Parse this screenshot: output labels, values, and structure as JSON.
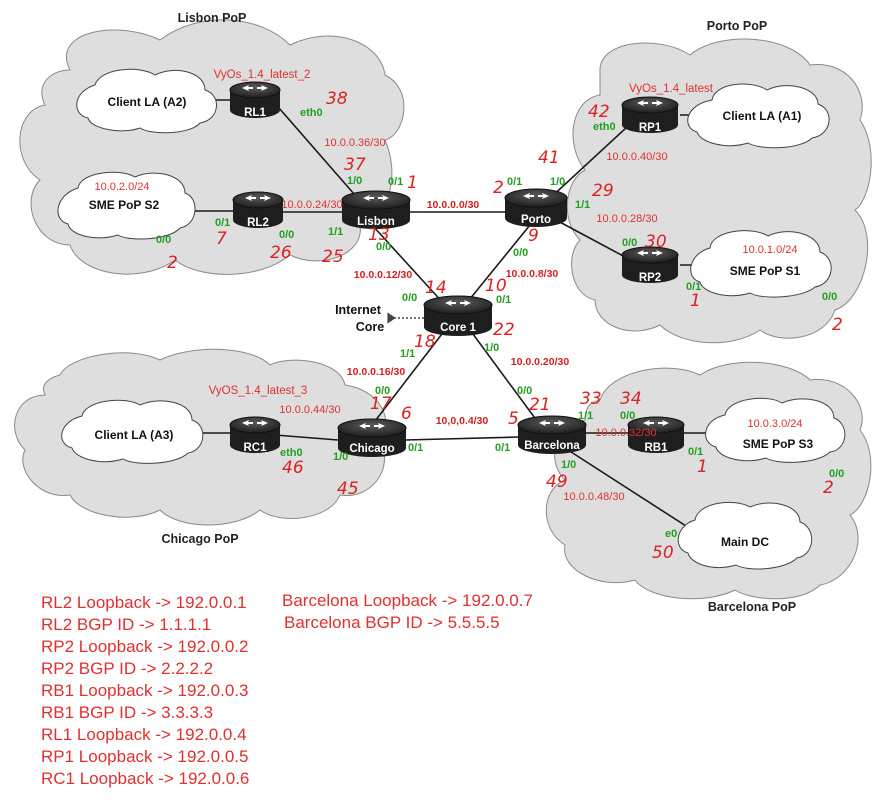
{
  "pops": {
    "lisbon": "Lisbon PoP",
    "porto": "Porto PoP",
    "chicago": "Chicago PoP",
    "barcelona": "Barcelona PoP"
  },
  "routers": {
    "rl1": "RL1",
    "rl2": "RL2",
    "lisbon": "Lisbon",
    "porto": "Porto",
    "rp1": "RP1",
    "rp2": "RP2",
    "core": "Core 1",
    "rc1": "RC1",
    "chicago": "Chicago",
    "barcelona": "Barcelona",
    "rb1": "RB1"
  },
  "clouds": {
    "client_la_a2": "Client LA (A2)",
    "sme_pop_s2": "SME PoP S2",
    "sme_pop_s2_net": "10.0.2.0/24",
    "client_la_a1": "Client LA (A1)",
    "sme_pop_s1": "SME PoP S1",
    "sme_pop_s1_net": "10.0.1.0/24",
    "client_la_a3": "Client LA (A3)",
    "sme_pop_s3": "SME PoP S3",
    "sme_pop_s3_net": "10.0.3.0/24",
    "main_dc": "Main DC"
  },
  "internet_core": {
    "line1": "Internet",
    "line2": "Core"
  },
  "vyos": {
    "rl1": "VyOs_1.4_latest_2",
    "rp1": "VyOs_1.4_latest",
    "rc1": "VyOS_1.4_latest_3"
  },
  "links": {
    "rl1_lisbon": "10.0.0.36/30",
    "rl2_lisbon": "10.0.0.24/30",
    "lisbon_porto": "10.0.0.0/30",
    "rp1_porto": "10.0.0.40/30",
    "rp2_porto": "10.0.0.28/30",
    "lisbon_core": "10.0.0.12/30",
    "porto_core": "10.0.0.8/30",
    "core_chicago": "10.0.0.16/30",
    "core_barcelona": "10.0.0.20/30",
    "rc1_chicago": "10.0.0.44/30",
    "chicago_barcelona": "10,0,0.4/30",
    "barcelona_rb1": "10.0.0.32/30",
    "barcelona_dc": "10.0.0.48/30"
  },
  "interfaces": {
    "rl1_eth0": "eth0",
    "lisbon_up": "1/0",
    "lisbon_right": "0/1",
    "lisbon_left": "1/1",
    "lisbon_down": "0/0",
    "rl2_right": "0/0",
    "rl2_left": "0/1",
    "sme_s2_if": "0/0",
    "rp1_eth0": "eth0",
    "porto_left": "0/1",
    "porto_up": "1/0",
    "porto_right": "1/1",
    "porto_down": "0/0",
    "rp2_left": "0/0",
    "rp2_right": "0/1",
    "sme_s1_if": "0/0",
    "core_ul": "0/0",
    "core_ur": "0/1",
    "core_dl": "1/1",
    "core_dr": "1/0",
    "chicago_up": "0/0",
    "chicago_right": "0/1",
    "chicago_left": "1/0",
    "rc1_eth0": "eth0",
    "barc_left": "0/1",
    "barc_up": "0/0",
    "barc_right": "1/1",
    "barc_down": "1/0",
    "rb1_left": "0/0",
    "rb1_right": "0/1",
    "sme_s3_if": "0/0",
    "dc_e0": "e0"
  },
  "handwritten": {
    "rl1": "38",
    "lisbon_up": "37",
    "lisbon_right": "1",
    "lisbon_down": "13",
    "lisbon_low": "25",
    "rl2_right": "26",
    "rl2_left": "7",
    "sme_s2": "2",
    "rp1": "42",
    "porto_up": "41",
    "porto_left": "2",
    "porto_right": "29",
    "porto_down": "9",
    "rp2_left": "30",
    "rp2_right": "1",
    "sme_s1": "2",
    "core_left": "14",
    "core_up": "10",
    "core_right": "22",
    "core_down": "18",
    "chicago_up": "17",
    "chicago_right": "6",
    "chicago_down": "45",
    "rc1": "46",
    "barc_left": "5",
    "barc_up": "21",
    "barc_rb1a": "33",
    "barc_rb1b": "34",
    "barc_down": "49",
    "rb1_right": "1",
    "sme_s3": "2",
    "dc": "50"
  },
  "notes": {
    "left": [
      "RL2 Loopback -> 192.0.0.1",
      "RL2 BGP ID -> 1.1.1.1",
      "RP2 Loopback -> 192.0.0.2",
      "RP2 BGP ID -> 2.2.2.2",
      "RB1 Loopback -> 192.0.0.3",
      "RB1 BGP ID -> 3.3.3.3",
      "RL1 Loopback -> 192.0.0.4",
      "RP1 Loopback -> 192.0.0.5",
      "RC1 Loopback -> 192.0.0.6"
    ],
    "right": [
      "Barcelona Loopback -> 192.0.0.7",
      "Barcelona BGP ID -> 5.5.5.5"
    ]
  },
  "colors": {
    "cloud_fill": "#dedede",
    "cloud_stroke": "#8a8a8a",
    "router": "#2e2e2e",
    "link": "#1a1a1a",
    "red": "#d42020",
    "green": "#22a022"
  }
}
